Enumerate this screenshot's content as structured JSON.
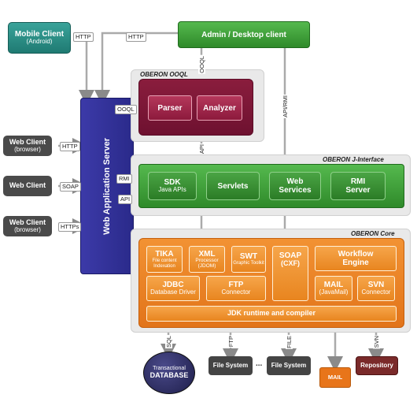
{
  "mobile_client": {
    "title": "Mobile Client",
    "sub": "(Android)"
  },
  "admin_client": {
    "title": "Admin / Desktop client"
  },
  "web_app_server": {
    "title": "Web Application Server"
  },
  "ooql_panel": {
    "title": "OBERON OOQL",
    "parser": "Parser",
    "analyzer": "Analyzer"
  },
  "jinterface_panel": {
    "title": "OBERON J-Interface",
    "sdk": "SDK",
    "sdk_sub": "Java APIs",
    "servlets": "Servlets",
    "web_services": "Web Services",
    "rmi_server": "RMI Server"
  },
  "core_panel": {
    "title": "OBERON Core",
    "tika": "TIKA",
    "tika_sub": "File content Indexation",
    "xml": "XML",
    "xml_sub": "Processor (JDOM)",
    "swt": "SWT",
    "swt_sub": "Graphic Toolkit",
    "soap": "SOAP",
    "soap_sub": "(CXF)",
    "workflow": "Workflow Engine",
    "jdbc": "JDBC",
    "jdbc_sub": "Database Driver",
    "ftp": "FTP",
    "ftp_sub": "Connector",
    "mail": "MAIL",
    "mail_sub": "(JavaMail)",
    "svn": "SVN",
    "svn_sub": "Connector",
    "jdk": "JDK runtime and compiler"
  },
  "web_clients": [
    {
      "title": "Web Client",
      "sub": "(browser)",
      "protocol": "HTTP"
    },
    {
      "title": "Web Client",
      "sub": "",
      "protocol": "SOAP"
    },
    {
      "title": "Web Client",
      "sub": "(browser)",
      "protocol": "HTTPs"
    }
  ],
  "bottom": {
    "database_sub": "Transactional",
    "database": "DATABASE",
    "file_system_1": "File System",
    "file_system_2": "File System",
    "ellipsis": "...",
    "mail": "MAIL",
    "repository": "Repository"
  },
  "connector_labels": {
    "mobile_http": "HTTP",
    "admin_http": "HTTP",
    "ooql_vertical": "OOQL",
    "ooql_side": "OOQL",
    "api_rmi": "API/RMI",
    "api_mid": "API",
    "rmi": "RMI",
    "api_side": "API",
    "sql": "SQL",
    "ftp": "FTP",
    "file": "FILE",
    "svn": "SVN"
  }
}
